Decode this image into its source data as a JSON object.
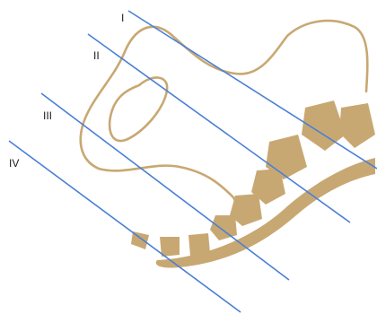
{
  "planes": [
    {
      "label": "I"
    },
    {
      "label": "II"
    },
    {
      "label": "III"
    },
    {
      "label": "IV"
    }
  ],
  "colors": {
    "plane_line": "#4a7fd6",
    "bone": "#c8a872",
    "background": "#ffffff"
  }
}
